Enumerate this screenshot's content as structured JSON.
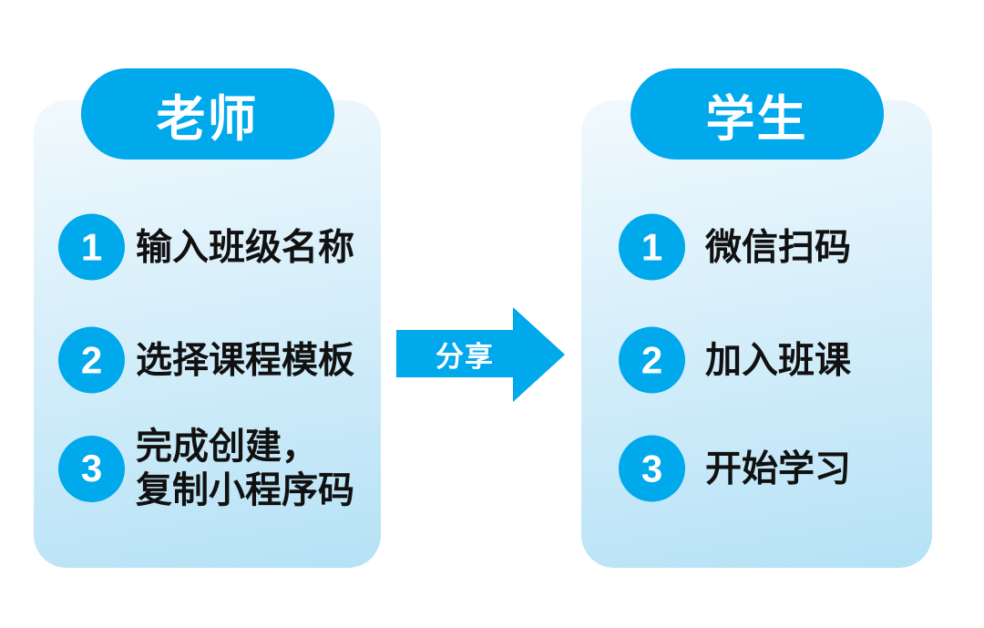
{
  "colors": {
    "accent": "#00a8ec",
    "panel_top": "#f2f9fd",
    "panel_bottom": "#b5e2f6",
    "text": "#111111",
    "oncolor": "#ffffff"
  },
  "panels": [
    {
      "title": "老师",
      "steps": [
        {
          "num": "1",
          "lines": [
            "输入班级名称"
          ]
        },
        {
          "num": "2",
          "lines": [
            "选择课程模板"
          ]
        },
        {
          "num": "3",
          "lines": [
            "完成创建，",
            "复制小程序码"
          ]
        }
      ]
    },
    {
      "title": "学生",
      "steps": [
        {
          "num": "1",
          "lines": [
            "微信扫码"
          ]
        },
        {
          "num": "2",
          "lines": [
            "加入班课"
          ]
        },
        {
          "num": "3",
          "lines": [
            "开始学习"
          ]
        }
      ]
    }
  ],
  "arrow": {
    "label": "分享"
  }
}
